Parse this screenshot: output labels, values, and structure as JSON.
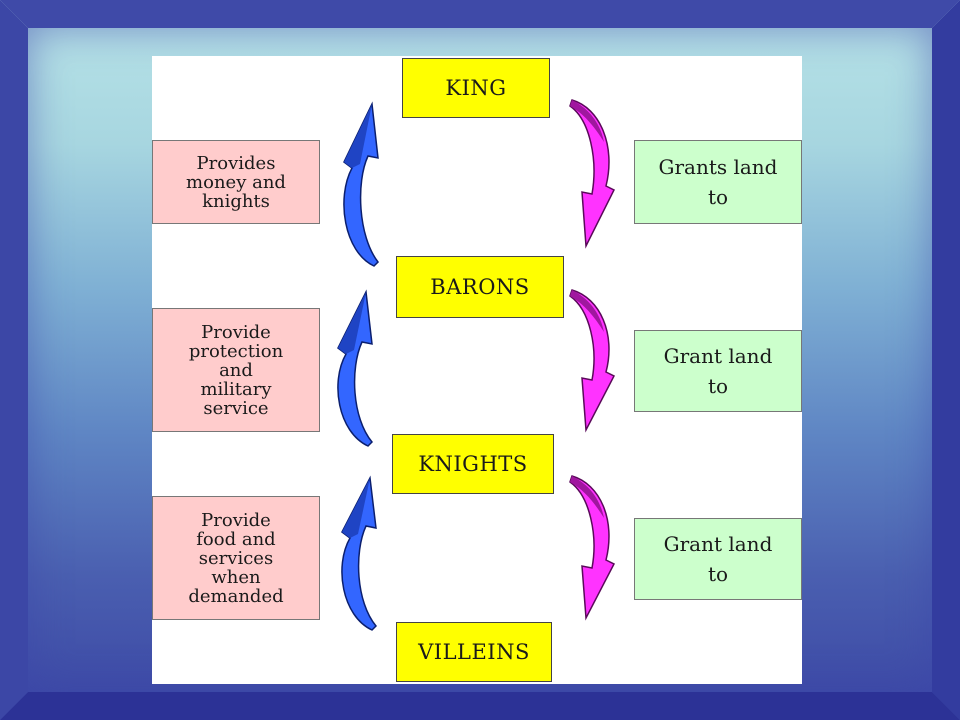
{
  "colors": {
    "rank_box": "#ffff00",
    "duty_box": "#ffcccc",
    "grant_box": "#ccffcc",
    "up_arrow": "#3366ff",
    "down_arrow": "#ff33ff"
  },
  "hierarchy": {
    "ranks": [
      "KING",
      "BARONS",
      "KNIGHTS",
      "VILLEINS"
    ],
    "duties": [
      "Provides\nmoney and\nknights",
      "Provide\nprotection\nand\nmilitary\nservice",
      "Provide\nfood and\nservices\nwhen\ndemanded"
    ],
    "grants": [
      "Grants land\nto",
      "Grant land\nto",
      "Grant land\nto"
    ]
  },
  "icons": {
    "up_arrow": "curved-up-arrow-icon",
    "down_arrow": "curved-down-arrow-icon"
  }
}
